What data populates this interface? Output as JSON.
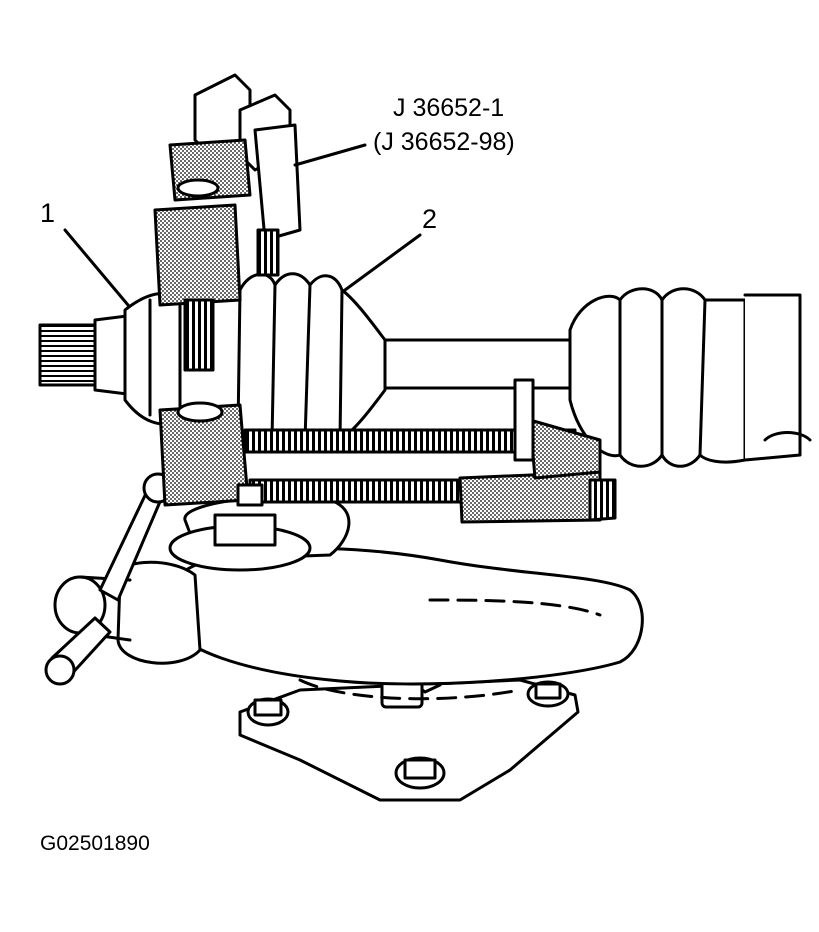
{
  "labels": {
    "tool_number": "J 36652-1",
    "tool_alt_number": "(J 36652-98)",
    "callout_1": "1",
    "callout_2": "2",
    "figure_id": "G02501890"
  },
  "colors": {
    "ink": "#000000",
    "paper": "#ffffff",
    "stipple": "#8a8a8a"
  }
}
